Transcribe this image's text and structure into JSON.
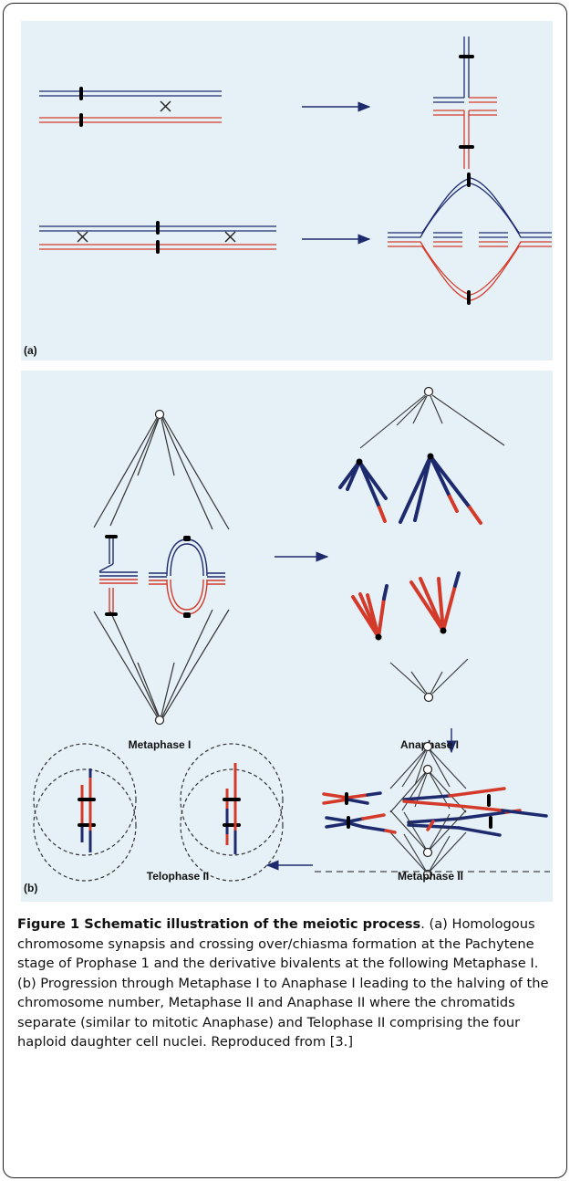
{
  "panel_a": {
    "label": "(a)"
  },
  "panel_b": {
    "label": "(b)",
    "stages": {
      "metaphase_1": "Metaphase I",
      "anaphase_1": "Anaphase I",
      "telophase_2": "Telophase II",
      "metaphase_2": "Metaphase II"
    }
  },
  "colors": {
    "panel_background": "#e6f1f7",
    "maternal_chromatid": "#1e2a6e",
    "paternal_chromatid": "#d43a2a",
    "centromere": "#000000"
  },
  "caption": {
    "title": "Figure 1 Schematic illustration of the meiotic process",
    "body": ". (a) Homologous chromosome synapsis and crossing over/chiasma formation at the Pachytene stage of Prophase 1 and the derivative bivalents at the following Metaphase I. (b) Progression through Metaphase I to Anaphase I leading to the halving of the chromosome number, Metaphase II and Anaphase II where the chromatids separate (similar to mitotic Anaphase) and Telophase II comprising the four haploid daughter cell nuclei. Reproduced from [3.]"
  }
}
